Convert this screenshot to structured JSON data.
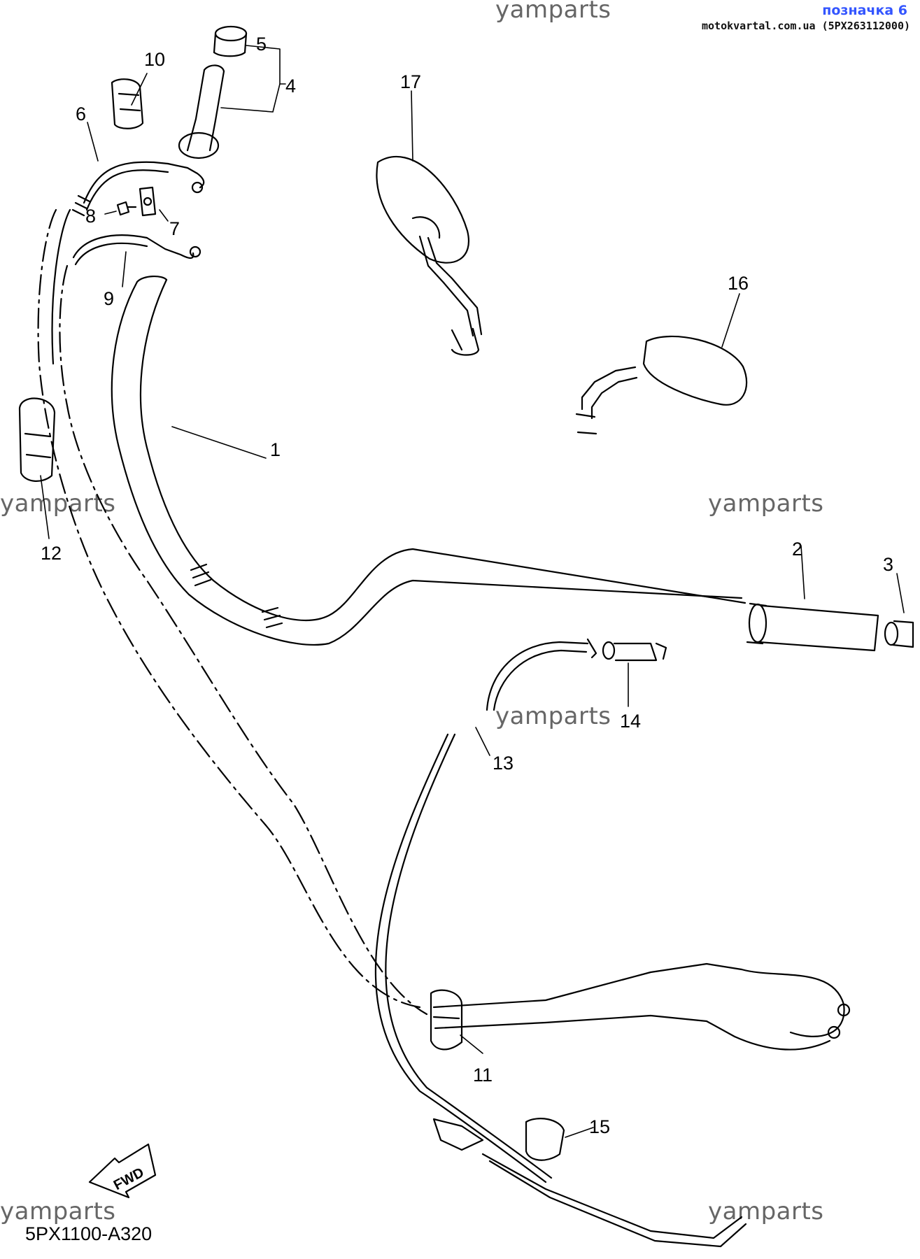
{
  "header": {
    "title": "позначка 6",
    "site": "motokvartal.com.ua (5PX263112000)"
  },
  "watermarks": [
    "yamparts",
    "yamparts",
    "yamparts",
    "yamparts",
    "yamparts",
    "yamparts"
  ],
  "diagram_code": "5PX1100-A320",
  "fwd_label": "FWD",
  "part_numbers": [
    "1",
    "2",
    "3",
    "4",
    "5",
    "6",
    "7",
    "8",
    "9",
    "10",
    "11",
    "12",
    "13",
    "14",
    "15",
    "16",
    "17"
  ]
}
